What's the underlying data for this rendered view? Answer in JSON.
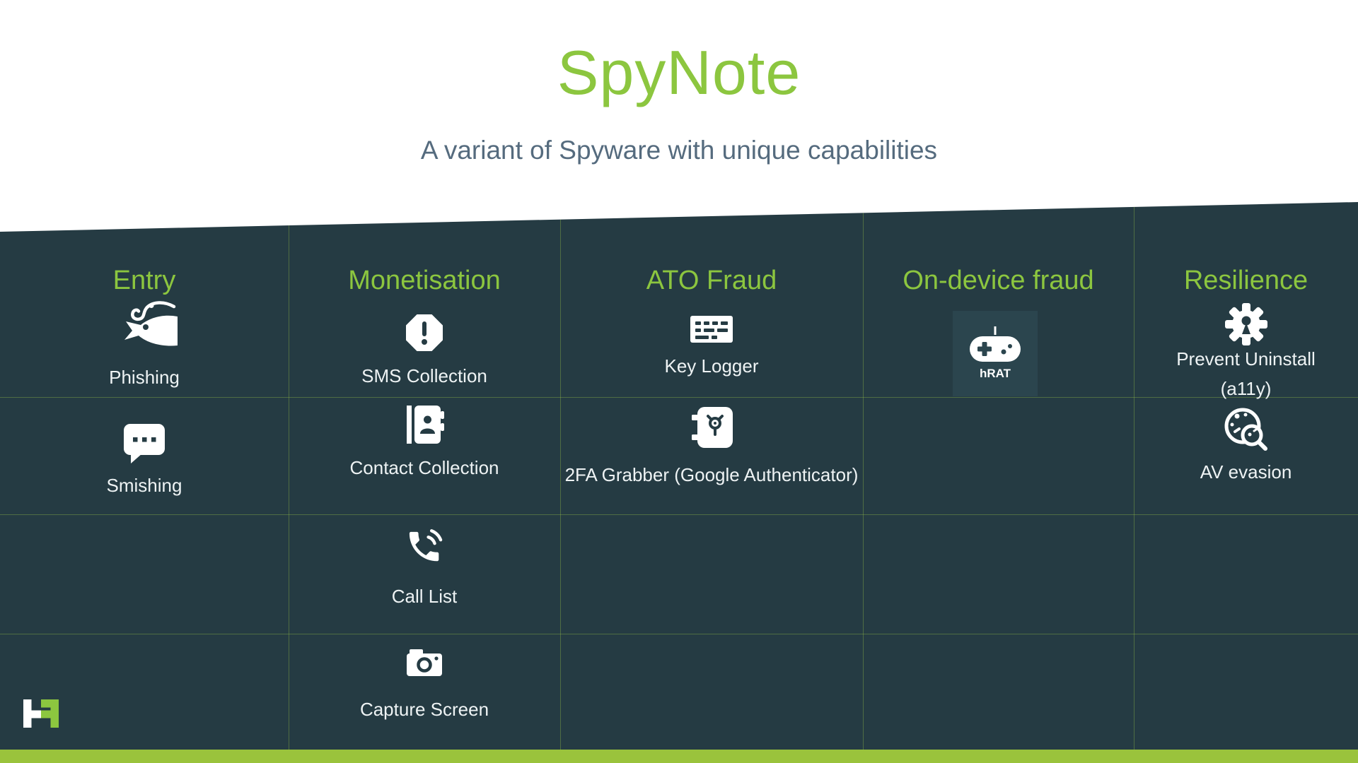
{
  "header": {
    "title": "SpyNote",
    "subtitle": "A variant of Spyware with unique capabilities"
  },
  "columns": [
    {
      "header": "Entry",
      "items": [
        {
          "label": "Phishing",
          "icon": "fish-hook-icon"
        },
        {
          "label": "Smishing",
          "icon": "sms-bubble-icon"
        }
      ]
    },
    {
      "header": "Monetisation",
      "items": [
        {
          "label": "SMS Collection",
          "icon": "octagon-alert-icon"
        },
        {
          "label": "Contact Collection",
          "icon": "address-book-icon"
        },
        {
          "label": "Call List",
          "icon": "phone-icon"
        },
        {
          "label": "Capture Screen",
          "icon": "camera-icon"
        }
      ]
    },
    {
      "header": "ATO Fraud",
      "items": [
        {
          "label": "Key Logger",
          "icon": "keyboard-icon"
        },
        {
          "label": "2FA Grabber (Google Authenticator)",
          "icon": "safe-icon"
        }
      ]
    },
    {
      "header": "On-device fraud",
      "items": [
        {
          "label": "hRAT",
          "icon": "gamepad-icon"
        }
      ]
    },
    {
      "header": "Resilience",
      "items": [
        {
          "label": "Prevent Uninstall",
          "sublabel": "(a11y)",
          "icon": "gear-keyhole-icon"
        },
        {
          "label": "AV evasion",
          "icon": "virus-scan-icon"
        }
      ]
    }
  ],
  "colors": {
    "background_dark": "#253b43",
    "accent_green": "#8cc63f",
    "footer_green": "#9ac33c",
    "subtitle_slate": "#556b7e",
    "text_light": "#eef3f4",
    "tile_light": "#2b454e"
  }
}
